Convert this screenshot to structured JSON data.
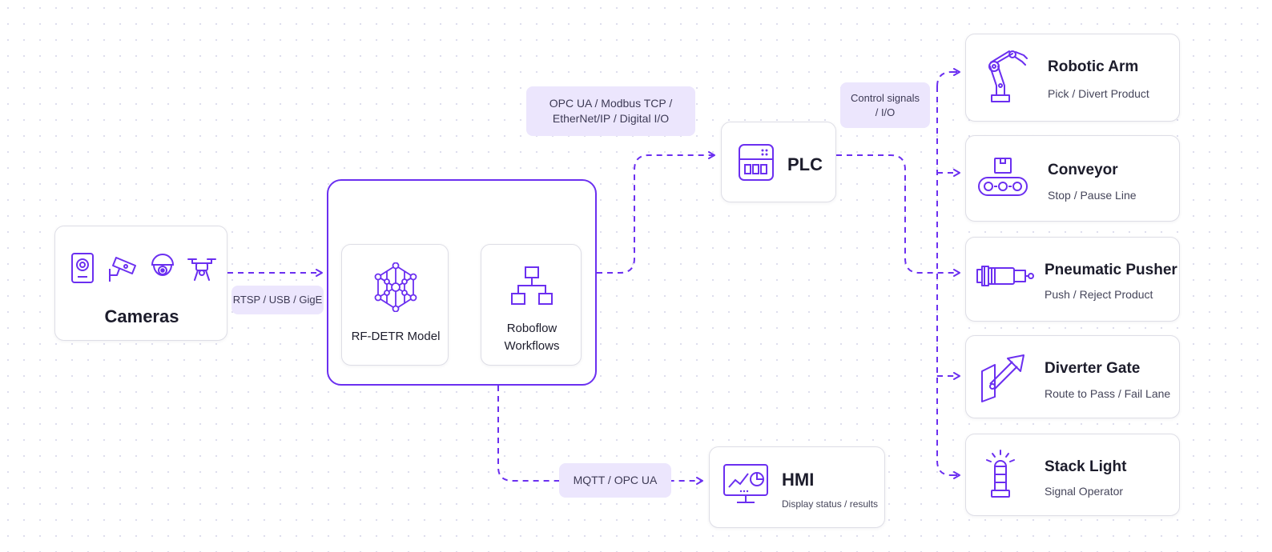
{
  "colors": {
    "accent": "#6b2ff0",
    "tag_bg": "#ece6fd",
    "card_border": "#dedee6"
  },
  "cameras": {
    "title": "Cameras",
    "icons": [
      "webcam-icon",
      "cctv-camera-icon",
      "dome-camera-icon",
      "drone-camera-icon"
    ]
  },
  "links": {
    "cameras_to_model": "RTSP / USB / GigE",
    "to_plc": "OPC UA / Modbus TCP / EtherNet/IP / Digital I/O",
    "to_hmi": "MQTT / OPC UA",
    "plc_to_devices": "Control signals / I/O"
  },
  "model": {
    "label": "RF-DETR Model",
    "icon": "neural-network-icon"
  },
  "workflows": {
    "label": "Roboflow Workflows",
    "icon": "workflow-hierarchy-icon"
  },
  "plc": {
    "title": "PLC",
    "icon": "plc-controller-icon"
  },
  "hmi": {
    "title": "HMI",
    "subtitle": "Display status / results",
    "icon": "monitor-dashboard-icon"
  },
  "devices": [
    {
      "title": "Robotic Arm",
      "subtitle": "Pick / Divert Product",
      "icon": "robotic-arm-icon"
    },
    {
      "title": "Conveyor",
      "subtitle": "Stop / Pause Line",
      "icon": "conveyor-icon"
    },
    {
      "title": "Pneumatic Pusher",
      "subtitle": "Push / Reject Product",
      "icon": "pneumatic-pusher-icon"
    },
    {
      "title": "Diverter Gate",
      "subtitle": "Route to Pass / Fail Lane",
      "icon": "diverter-gate-icon"
    },
    {
      "title": "Stack Light",
      "subtitle": "Signal Operator",
      "icon": "stack-light-icon"
    }
  ]
}
